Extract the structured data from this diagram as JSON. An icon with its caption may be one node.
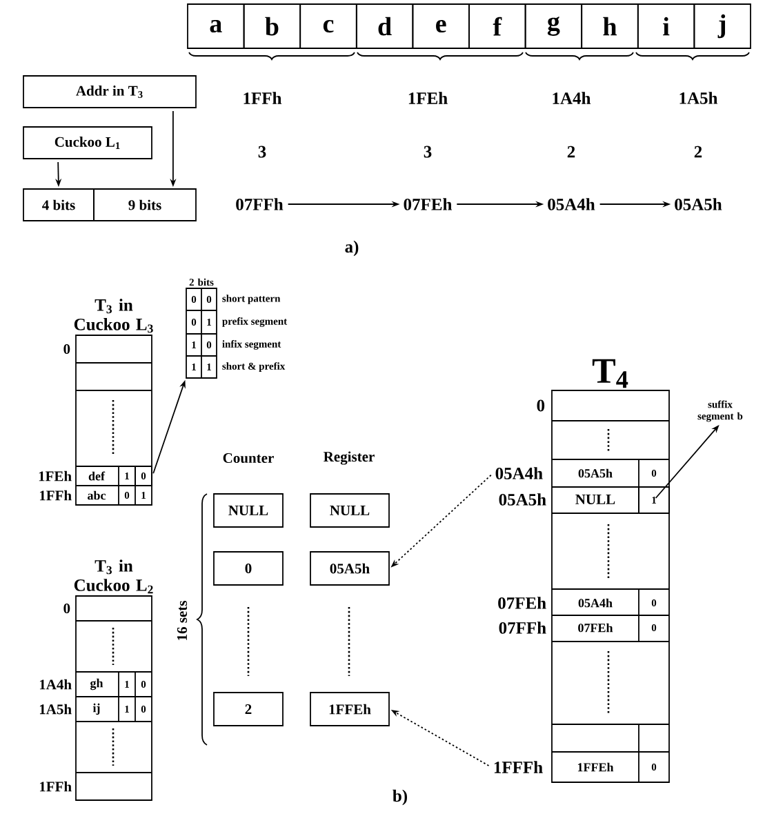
{
  "diagram": {
    "nodes": [
      {
        "text": [
          "a"
        ]
      },
      {
        "text": [
          "b"
        ]
      },
      {
        "text": [
          "c"
        ]
      },
      {
        "text": [
          "d"
        ]
      },
      {
        "text": [
          "e"
        ]
      },
      {
        "text": [
          "f"
        ]
      },
      {
        "text": [
          "g"
        ]
      },
      {
        "text": [
          "h"
        ]
      },
      {
        "text": [
          "i"
        ]
      },
      {
        "text": [
          "j"
        ]
      },
      {
        "text": [
          "Addr in T$_{3}$"
        ]
      },
      {
        "text": [
          "Cuckoo L$_{1}$"
        ]
      },
      {
        "text": [
          "4 bits"
        ]
      },
      {
        "text": [
          "9 bits"
        ]
      },
      {
        "text": [
          "07FFh"
        ]
      },
      {
        "text": [
          "07FEh"
        ]
      },
      {
        "text": [
          "05A4h"
        ]
      },
      {
        "text": [
          "05A5h"
        ]
      },
      {
        "text": [
          "T$_{3}$ in Cuckoo L$_{3}$"
        ]
      },
      {
        "text": [
          "2 bits"
        ]
      },
      {
        "text": [
          "T$_{3}$ in Cuckoo L$_{2}$"
        ]
      },
      {
        "text": [
          "NULL"
        ]
      },
      {
        "text": [
          "NULL"
        ]
      },
      {
        "text": [
          "0"
        ]
      },
      {
        "text": [
          "05A5h"
        ]
      },
      {
        "text": [
          "2"
        ]
      },
      {
        "text": [
          "1FFEh"
        ]
      },
      {
        "text": [
          "T$_{4}$"
        ]
      },
      {
        "text": [
          "05A4h"
        ]
      },
      {
        "text": [
          "1FFFh"
        ]
      },
      {
        "text": [
          "suffix segment b"
        ]
      },
      {
        "text": [
          "1"
        ],
        "in": 27
      },
      {
        "text": [
          "0"
        ],
        "in": 18
      }
    ],
    "edges": [
      {
        "from": 11,
        "to": 12,
        "arrow": "to"
      },
      {
        "from": 10,
        "to": 13,
        "arrow": "to"
      },
      {
        "from": 14,
        "to": 15,
        "arrow": "to"
      },
      {
        "from": 15,
        "to": 16,
        "arrow": "to"
      },
      {
        "from": 16,
        "to": 17,
        "arrow": "to"
      },
      {
        "from": 32,
        "to": 19,
        "arrow": "to"
      },
      {
        "from": 31,
        "to": 30,
        "arrow": "to"
      },
      {
        "from": 28,
        "to": 24,
        "arrow": "to",
        "style": "dashed"
      },
      {
        "from": 29,
        "to": 26,
        "arrow": "to",
        "style": "dashed"
      }
    ],
    "labels": [
      "1FFh",
      "1FEh",
      "1A4h",
      "1A5h",
      "3",
      "3",
      "2",
      "2",
      "a)",
      "0",
      "0",
      "short pattern",
      "0",
      "1",
      "prefix segment",
      "1",
      "0",
      "infix segment",
      "1",
      "1",
      "short & prefix",
      "0",
      "1FEh",
      "def",
      "1",
      "1FFh",
      "abc",
      "0",
      "1",
      "Counter",
      "Register",
      "0",
      "05A5h",
      "0",
      "05A5h",
      "NULL",
      "07FEh",
      "05A4h",
      "0",
      "07FFh",
      "07FEh",
      "0",
      "1FFEh",
      "0",
      "0",
      "1A4h",
      "gh",
      "1",
      "0",
      "1A5h",
      "ij",
      "1",
      "0",
      "1FFh",
      "16 sets",
      "b)"
    ]
  }
}
